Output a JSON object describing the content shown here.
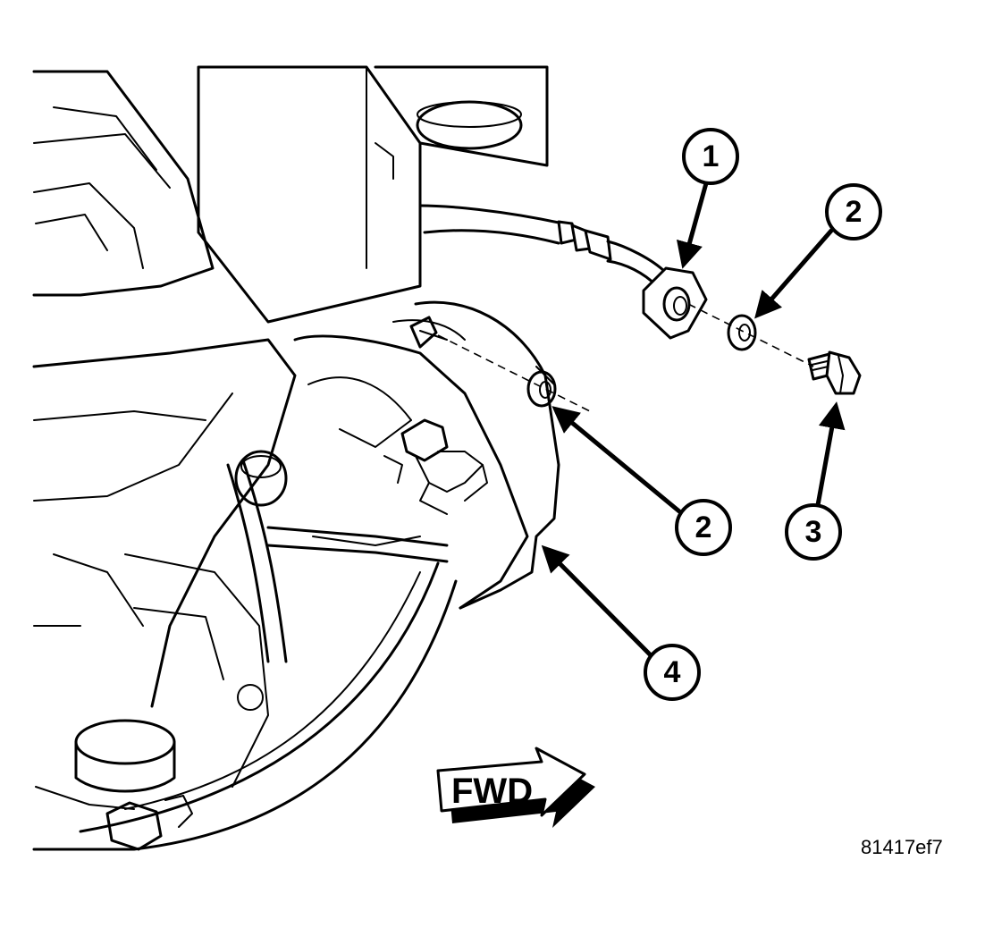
{
  "callouts": [
    {
      "label": "1"
    },
    {
      "label": "2"
    },
    {
      "label": "3"
    },
    {
      "label": "2"
    },
    {
      "label": "4"
    }
  ],
  "direction_arrow": {
    "label": "FWD"
  },
  "figure_id": "81417ef7"
}
